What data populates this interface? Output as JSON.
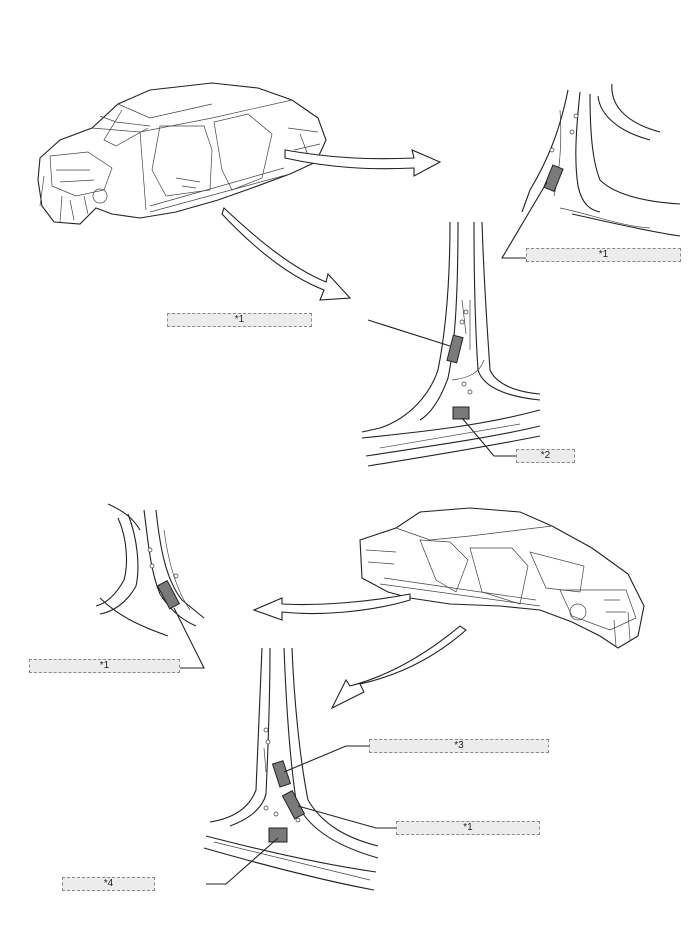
{
  "callouts": {
    "c1_top_right": "*1",
    "c1_top_left": "*1",
    "c2_top": "*2",
    "c1_bottom_left": "*1",
    "c3_bottom": "*3",
    "c1_bottom": "*1",
    "c4_bottom": "*4"
  },
  "colors": {
    "pad_fill": "#7a7a7a",
    "callout_fill": "#ececec",
    "line": "#222222"
  }
}
